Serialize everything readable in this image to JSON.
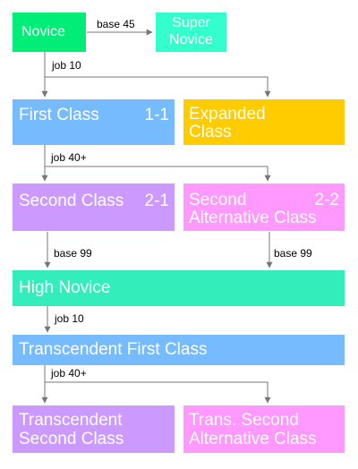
{
  "colors": {
    "green": "#00ee77",
    "teal": "#33ffcc",
    "blue": "#77bbff",
    "orange": "#ffcc00",
    "purple": "#cc99ff",
    "pink": "#ff99ff",
    "line": "#777777"
  },
  "nodes": {
    "novice": {
      "label": "Novice"
    },
    "super_novice": {
      "line1": "Super",
      "line2": "Novice"
    },
    "first_class": {
      "label": "First Class",
      "code": "1-1"
    },
    "expanded_class": {
      "line1": "Expanded",
      "line2": "Class"
    },
    "second_class": {
      "label": "Second Class",
      "code": "2-1"
    },
    "second_alternative_class": {
      "line1": "Second",
      "line2": "Alternative Class",
      "code": "2-2"
    },
    "high_novice": {
      "label": "High Novice"
    },
    "transcendent_first_class": {
      "label": "Transcendent First Class"
    },
    "transcendent_second_class": {
      "line1": "Transcendent",
      "line2": "Second Class"
    },
    "trans_second_alternative_class": {
      "line1": "Trans. Second",
      "line2": "Alternative Class"
    }
  },
  "edges": {
    "novice_to_super": "base 45",
    "novice_to_first": "job 10",
    "first_to_second": "job 40+",
    "second_to_high_left": "base 99",
    "second_to_high_right": "base 99",
    "high_to_trans_first": "job 10",
    "trans_first_to_trans_second": "job 40+"
  }
}
